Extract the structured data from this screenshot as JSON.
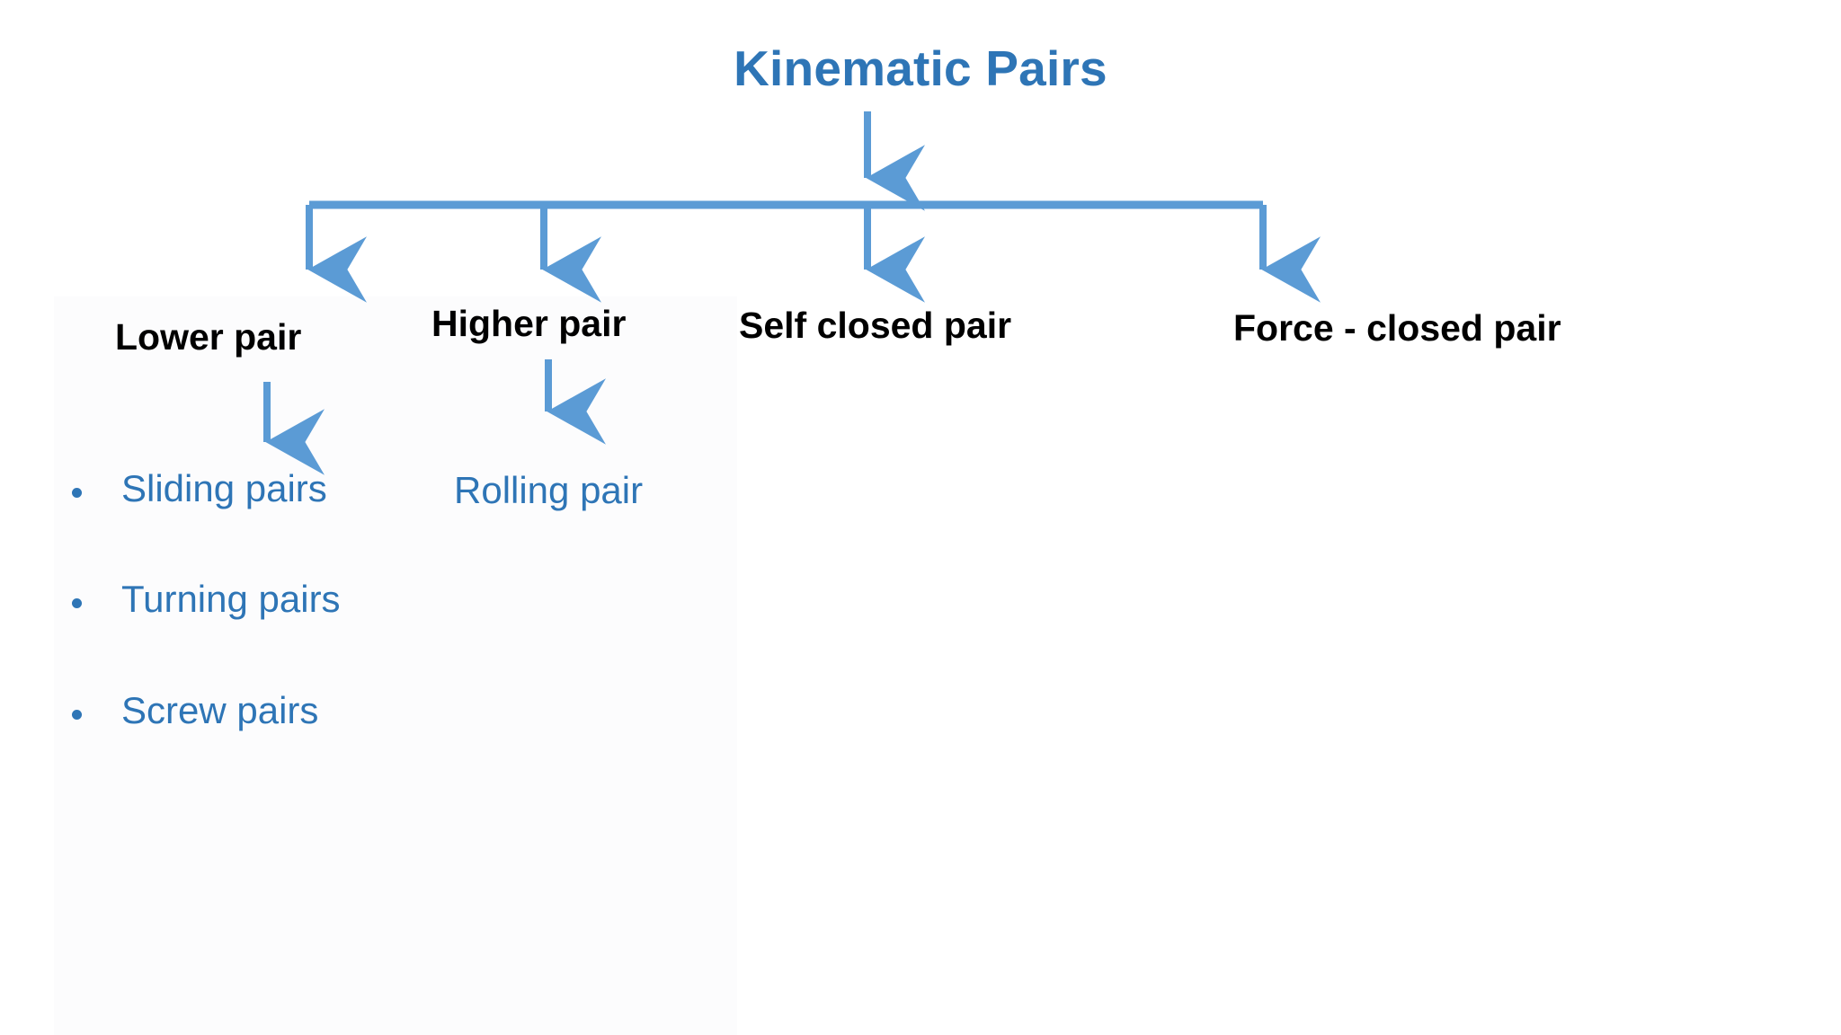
{
  "diagram": {
    "title": "Kinematic Pairs",
    "title_color": "#2e75b6",
    "arrow_color": "#5b9bd5",
    "node_color": "#000000",
    "leaf_color": "#2e75b6",
    "background": "#ffffff",
    "nodes": [
      {
        "id": "lower",
        "label": "Lower pair"
      },
      {
        "id": "higher",
        "label": "Higher pair"
      },
      {
        "id": "self",
        "label": "Self closed pair"
      },
      {
        "id": "force",
        "label": "Force - closed pair"
      }
    ],
    "lower_pair_items": [
      {
        "label": "Sliding pairs",
        "bullet": true
      },
      {
        "label": "Turning pairs",
        "bullet": true
      },
      {
        "label": "Screw pairs",
        "bullet": true
      }
    ],
    "higher_pair_items": [
      {
        "label": "Rolling pair",
        "bullet": false
      }
    ]
  }
}
